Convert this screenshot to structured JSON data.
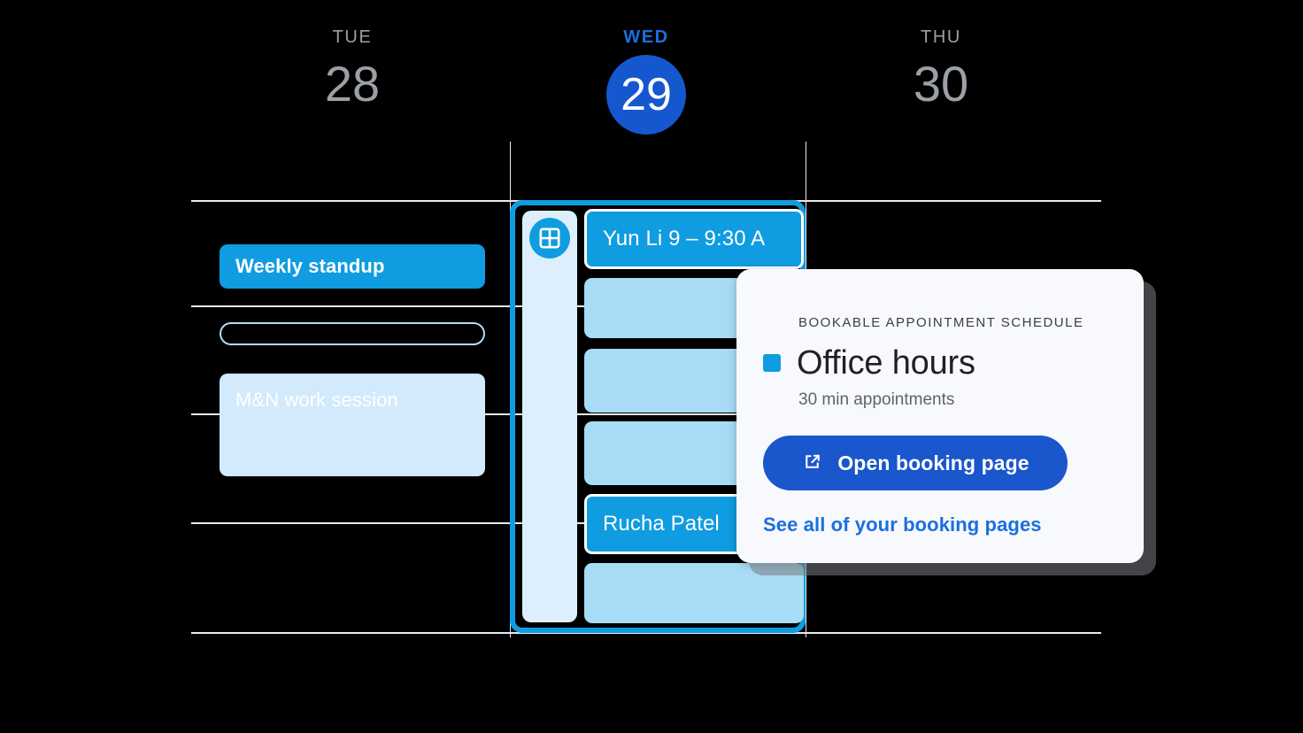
{
  "calendar": {
    "days": [
      {
        "name": "TUE",
        "number": "28",
        "active": false
      },
      {
        "name": "WED",
        "number": "29",
        "active": true
      },
      {
        "name": "THU",
        "number": "30",
        "active": false
      }
    ],
    "tue_events": [
      {
        "title": "Weekly standup",
        "style": "solid"
      },
      {
        "title": "",
        "style": "outline"
      },
      {
        "title": "M&N work session",
        "style": "light"
      }
    ],
    "wed_column": {
      "grid_icon": "grid-icon",
      "slots": [
        {
          "label": "Yun Li  9 – 9:30 A",
          "state": "booked"
        },
        {
          "label": "",
          "state": "open"
        },
        {
          "label": "",
          "state": "open"
        },
        {
          "label": "",
          "state": "open"
        },
        {
          "label": "Rucha Patel",
          "state": "booked"
        },
        {
          "label": "",
          "state": "open"
        }
      ]
    }
  },
  "booking_card": {
    "eyebrow": "BOOKABLE APPOINTMENT SCHEDULE",
    "title": "Office hours",
    "subtitle": "30 min appointments",
    "open_button_label": "Open booking page",
    "open_button_icon": "open-in-new-icon",
    "see_all_link": "See all of your booking pages",
    "color_dot": "#109ce0"
  },
  "colors": {
    "accent_blue": "#109ce0",
    "brand_blue": "#1a56cc",
    "link_blue": "#1a6fe0",
    "slot_open": "#a8dbf5",
    "event_light": "#d2eafc",
    "grid_line": "#e8eaed",
    "muted_text": "#9aa0a6"
  }
}
